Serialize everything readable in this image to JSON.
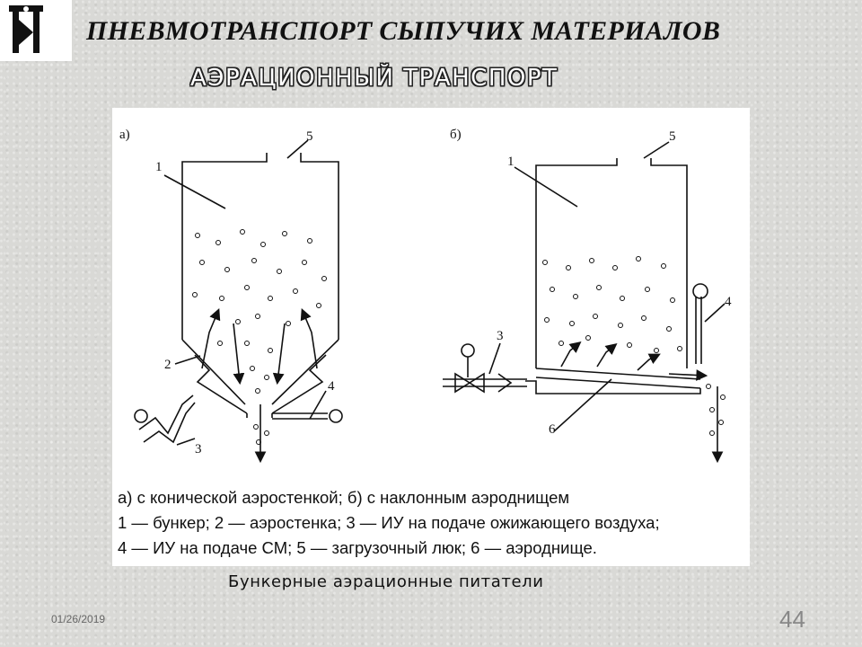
{
  "slide": {
    "title": "ПНЕВМОТРАНСПОРТ СЫПУЧИХ МАТЕРИАЛОВ",
    "subtitle": "АЭРАЦИОННЫЙ ТРАНСПОРТ",
    "figure_caption": "Бункерные аэрационные питатели",
    "date": "01/26/2019",
    "page_number": "44"
  },
  "diagram": {
    "panel_a": {
      "letter": "а)",
      "labels": [
        "1",
        "2",
        "3",
        "4",
        "5"
      ]
    },
    "panel_b": {
      "letter": "б)",
      "labels": [
        "1",
        "3",
        "4",
        "5",
        "6"
      ]
    }
  },
  "legend": {
    "line1": "а) с конической аэростенкой; б) с наклонным аэроднищем",
    "line2": "1 — бункер; 2 — аэростенка; 3 — ИУ на подаче ожижающего воздуха;",
    "line3": "4 — ИУ на подаче СМ; 5 — загрузочный люк; 6 — аэроднище."
  },
  "colors": {
    "background": "#d9d9d6",
    "panel": "#ffffff",
    "ink": "#111111"
  }
}
